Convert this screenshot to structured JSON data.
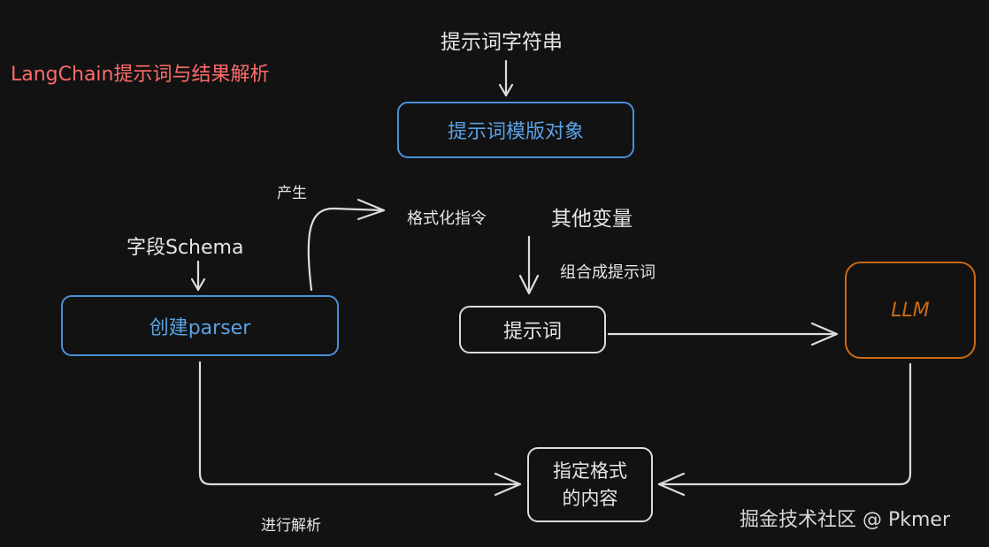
{
  "title": "LangChain提示词与结果解析",
  "nodes": {
    "prompt_string": "提示词字符串",
    "prompt_template": "提示词模版对象",
    "schema": "字段Schema",
    "create_parser": "创建parser",
    "format_instructions": "格式化指令",
    "other_variables": "其他变量",
    "prompt": "提示词",
    "llm": "LLM",
    "output": "指定格式的内容"
  },
  "edge_labels": {
    "produce": "产生",
    "combine": "组合成提示词",
    "parse": "进行解析"
  },
  "watermark": "掘金技术社区 @ Pkmer",
  "colors": {
    "background": "#121212",
    "title": "#ff6b6b",
    "blue": "#4a90d9",
    "orange": "#c96a14",
    "white": "#dcdcdc"
  }
}
